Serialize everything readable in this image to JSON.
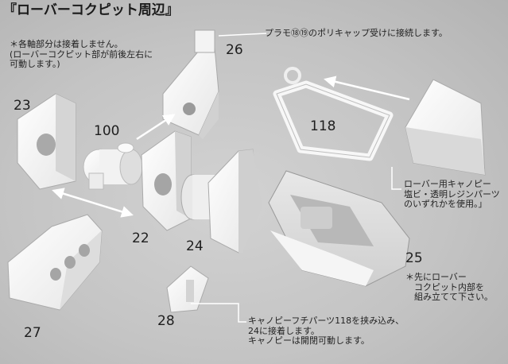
{
  "title": "『ローバーコクピット周辺』",
  "notes": {
    "axis": "＊各軸部分は接着しません。\n(ローバーコクピット部が前後左右に\n可動します。)",
    "plamo": "プラモ⑱⑲のポリキャップ受けに接続します。",
    "canopy_material": "ローバー用キャノピー\n塩ビ・透明レジンパーツ\nのいずれかを使用。」",
    "cockpit_inner": "＊先にローバー\n　コクピット内部を\n　組み立てて下さい。",
    "frame": "キャノピーフチパーツ118を挟み込み、\n24に接着します。\nキャノピーは開閉可動します。"
  },
  "parts": {
    "p23": "23",
    "p100": "100",
    "p26": "26",
    "p22": "22",
    "p24": "24",
    "p118": "118",
    "p25": "25",
    "p27": "27",
    "p28": "28"
  }
}
